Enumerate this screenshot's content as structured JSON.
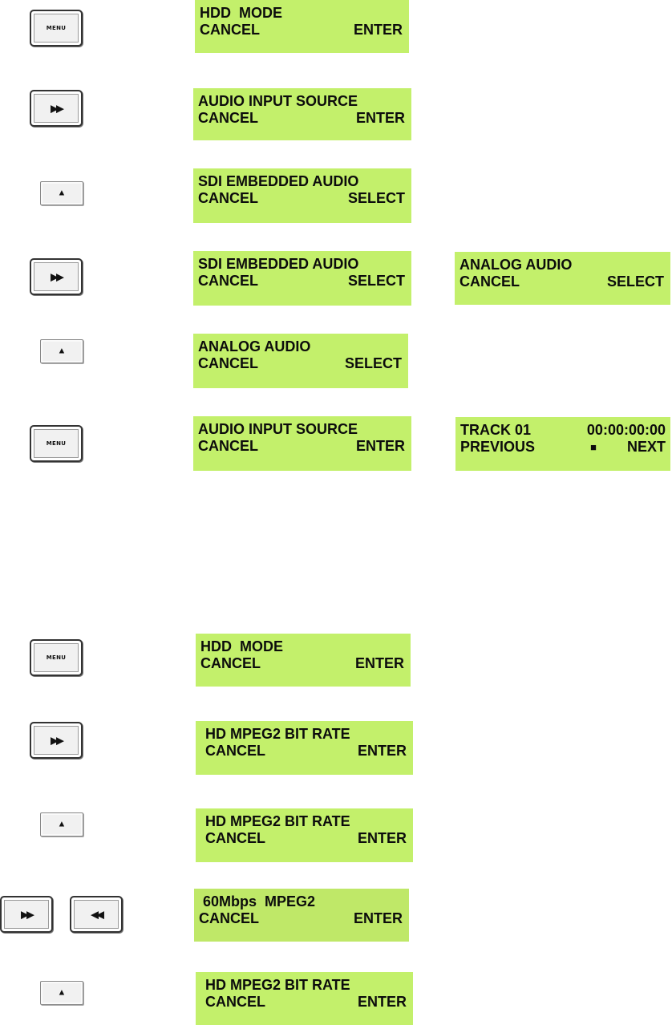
{
  "buttons": {
    "menu": "MENU",
    "ff": "▶▶",
    "rw": "◀◀",
    "up": "▲"
  },
  "procedure1": [
    {
      "line1": "HDD  MODE",
      "left": "CANCEL",
      "right": "ENTER"
    },
    {
      "line1": "AUDIO INPUT SOURCE",
      "left": "CANCEL",
      "right": "ENTER"
    },
    {
      "line1": "SDI EMBEDDED AUDIO",
      "left": "CANCEL",
      "right": "SELECT"
    },
    {
      "line1": "SDI EMBEDDED AUDIO",
      "left": "CANCEL",
      "right": "SELECT"
    },
    {
      "line1": "ANALOG AUDIO",
      "left": "CANCEL",
      "right": "SELECT"
    },
    {
      "line1": "AUDIO INPUT SOURCE",
      "left": "CANCEL",
      "right": "ENTER"
    }
  ],
  "procedure1_side": [
    {
      "line1": "ANALOG AUDIO",
      "left": "CANCEL",
      "right": "SELECT"
    },
    {
      "line1": "TRACK 01",
      "line1_right": "00:00:00:00",
      "left": "PREVIOUS",
      "stop": "■",
      "right": "NEXT"
    }
  ],
  "procedure2": [
    {
      "line1": "HDD  MODE",
      "left": "CANCEL",
      "right": "ENTER"
    },
    {
      "line1": "HD MPEG2 BIT RATE",
      "left": "CANCEL",
      "right": "ENTER"
    },
    {
      "line1": "HD MPEG2 BIT RATE",
      "left": "CANCEL",
      "right": "ENTER"
    },
    {
      "line1": " 60Mbps  MPEG2",
      "left": "CANCEL",
      "right": "ENTER"
    },
    {
      "line1": "HD MPEG2 BIT RATE",
      "left": "CANCEL",
      "right": "ENTER"
    }
  ]
}
